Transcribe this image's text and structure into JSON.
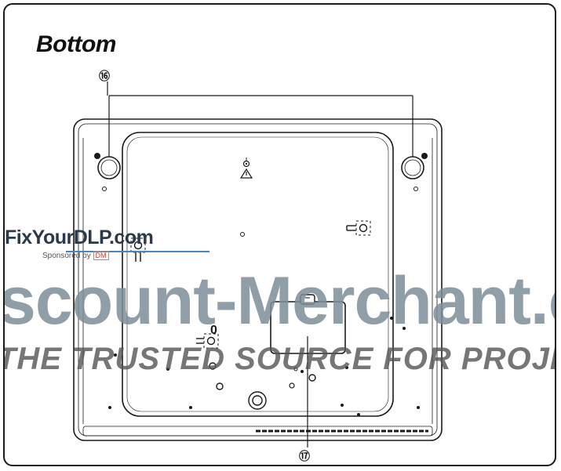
{
  "title": "Bottom",
  "callouts": {
    "feet": "⑯",
    "lamp_cover": "⑰"
  },
  "markings": {
    "zero_mark": "0"
  },
  "watermark": {
    "site": "FixYourDLP.com",
    "sponsor_prefix": "Sponsored by",
    "sponsor_logo": "DM",
    "brand": "scount-Merchant.co",
    "tagline": "THE TRUSTED SOURCE FOR PROJECTO"
  },
  "icons": {
    "warning": "warning-triangle-icon",
    "tilt_mount": "tilt-mount-icon"
  },
  "colors": {
    "line": "#1a1a1a",
    "watermark_gray": "#7d8e9a",
    "watermark_blue": "#4a86c6"
  }
}
